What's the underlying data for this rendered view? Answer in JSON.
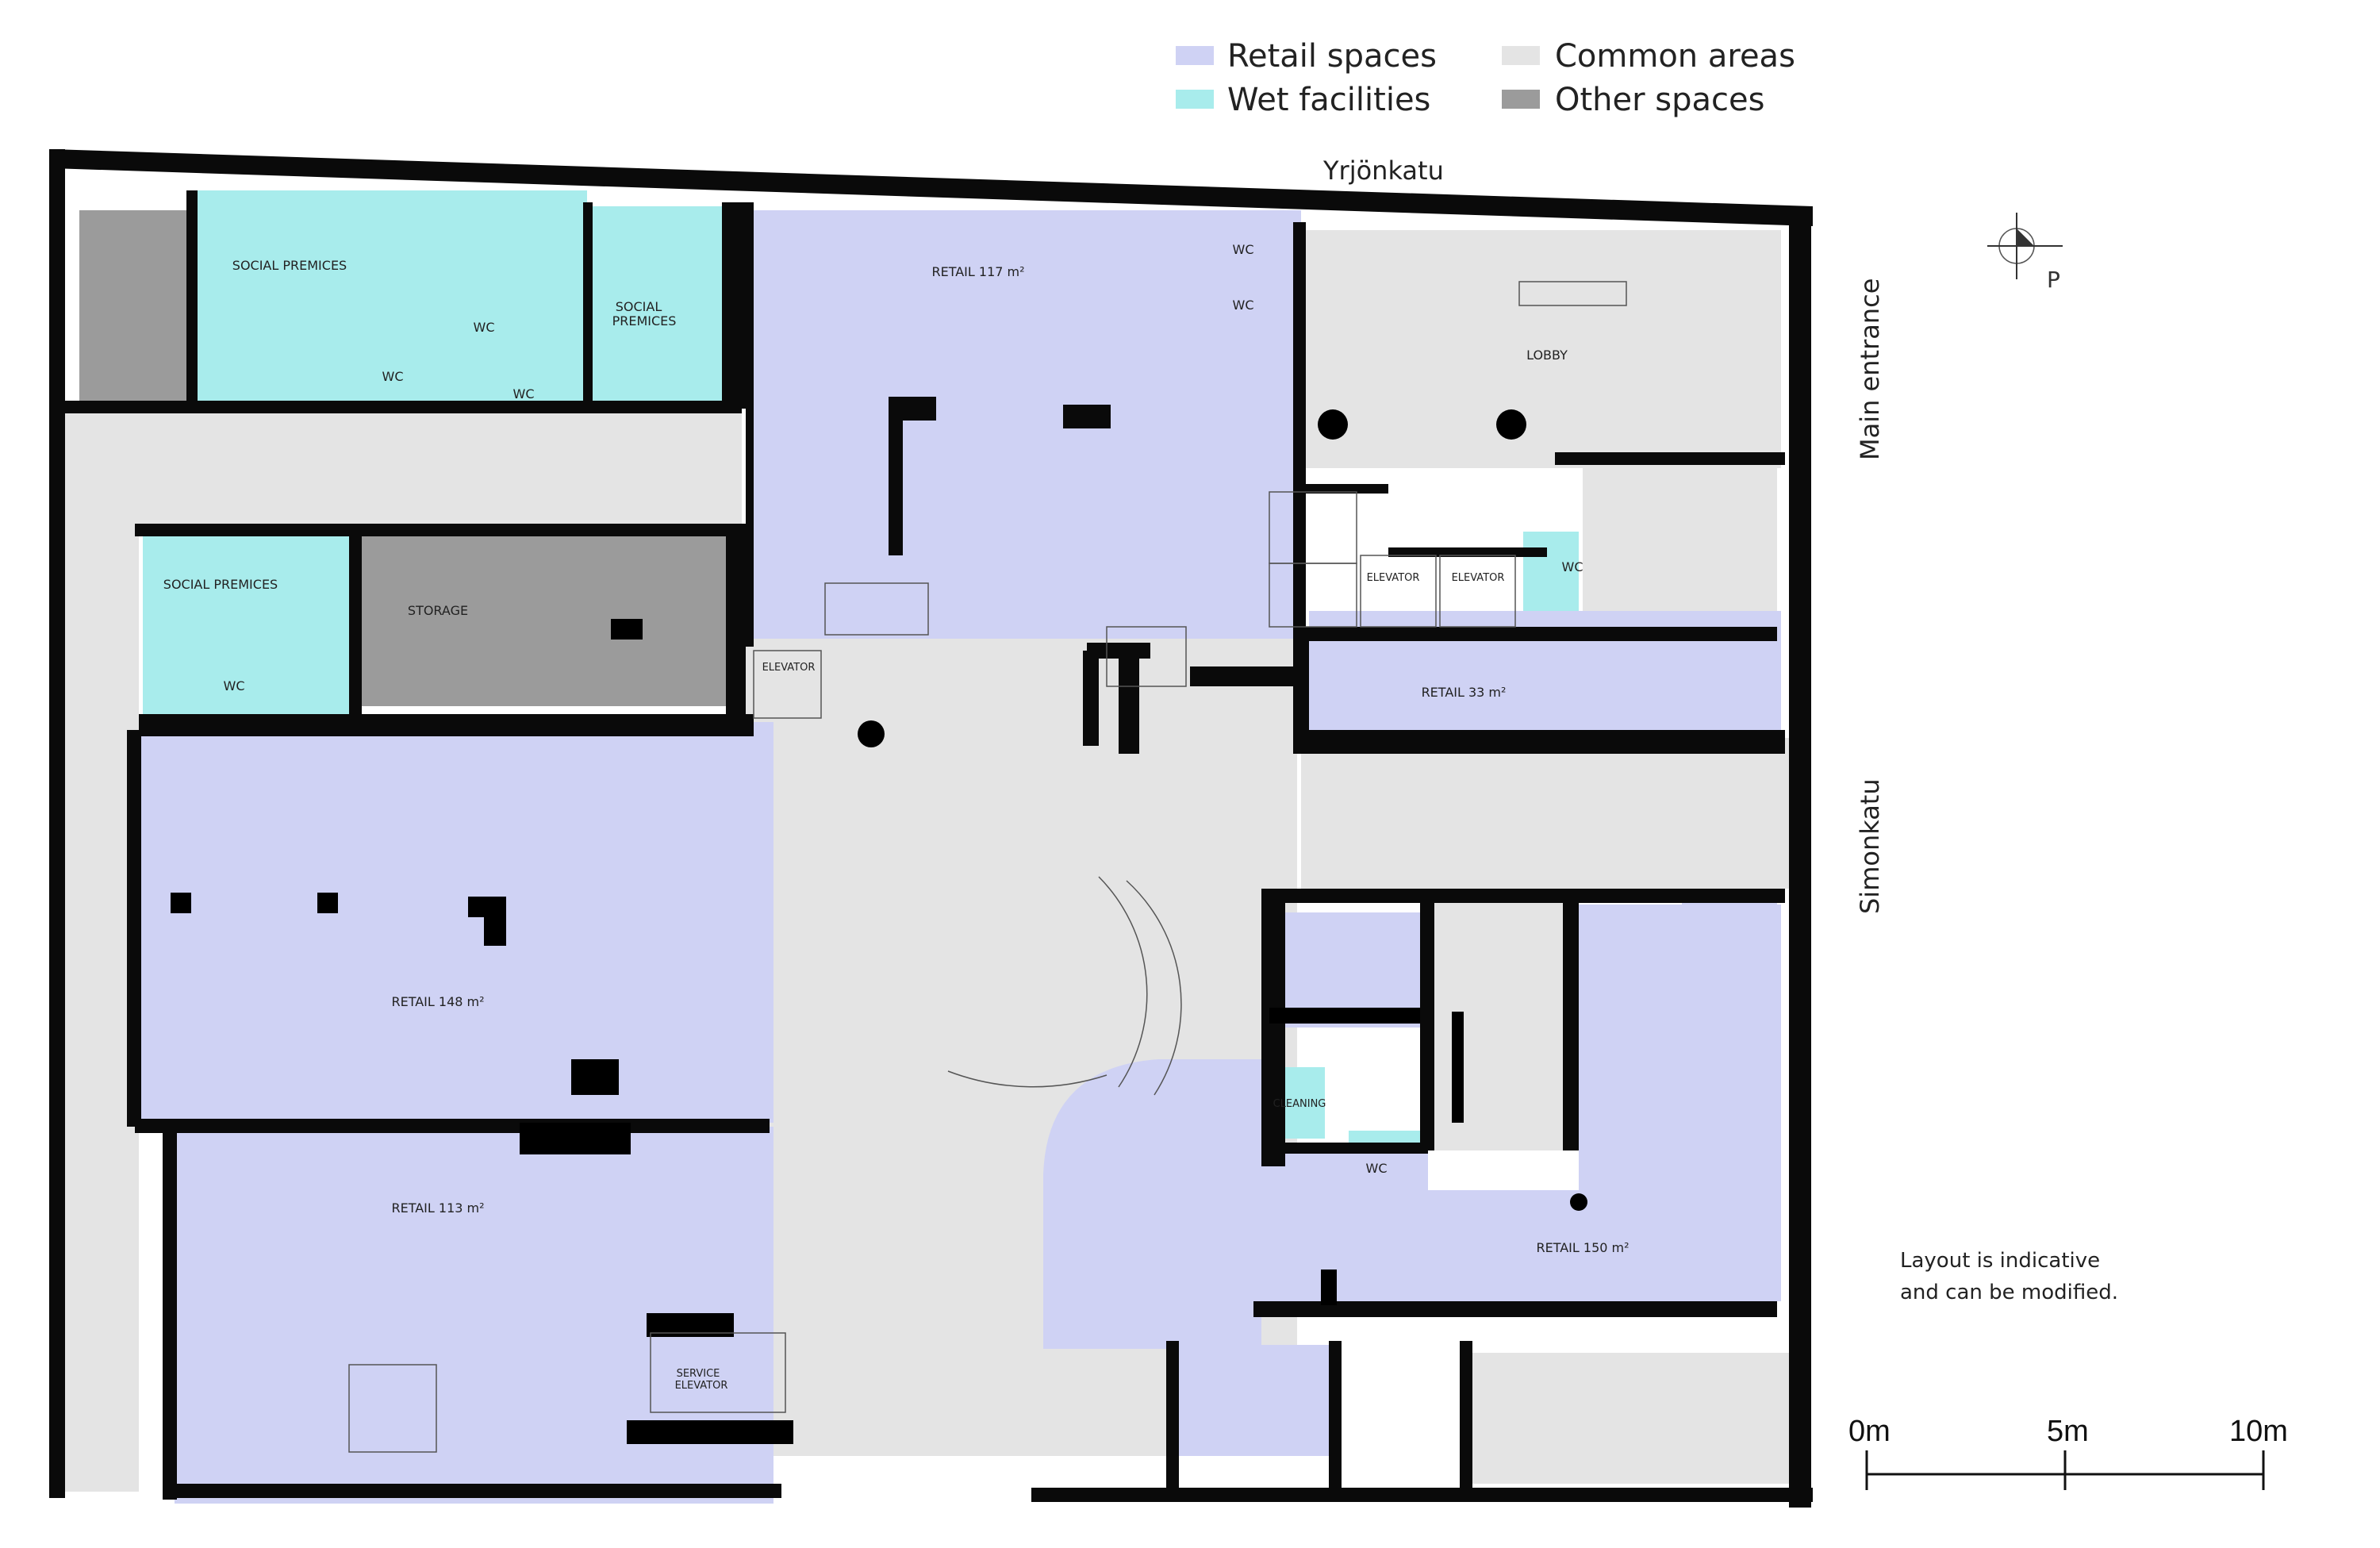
{
  "legend": {
    "retail": {
      "label": "Retail spaces",
      "color": "#cfd2f4"
    },
    "common": {
      "label": "Common areas",
      "color": "#e4e4e4"
    },
    "wet": {
      "label": "Wet facilities",
      "color": "#a8ecec"
    },
    "other": {
      "label": "Other spaces",
      "color": "#9b9b9b"
    }
  },
  "streets": {
    "north": "Yrjönkatu",
    "east_entrance": "Main entrance",
    "east": "Simonkatu"
  },
  "rooms": {
    "social_premices_1": "SOCIAL PREMICES",
    "social_premices_2a": "SOCIAL",
    "social_premices_2b": "PREMICES",
    "social_premices_3": "SOCIAL PREMICES",
    "storage": "STORAGE",
    "retail_117": "RETAIL 117 m²",
    "lobby": "LOBBY",
    "retail_33": "RETAIL 33 m²",
    "retail_148": "RETAIL 148 m²",
    "retail_113": "RETAIL 113 m²",
    "retail_150": "RETAIL 150 m²",
    "elevator": "ELEVATOR",
    "service_elevator_a": "SERVICE",
    "service_elevator_b": "ELEVATOR",
    "cleaning": "CLEANING",
    "wc": "WC"
  },
  "note": {
    "line1": "Layout is indicative",
    "line2": "and can be modified."
  },
  "scale": {
    "labels": [
      "0m",
      "5m",
      "10m"
    ]
  },
  "compass": {
    "label": "P"
  }
}
